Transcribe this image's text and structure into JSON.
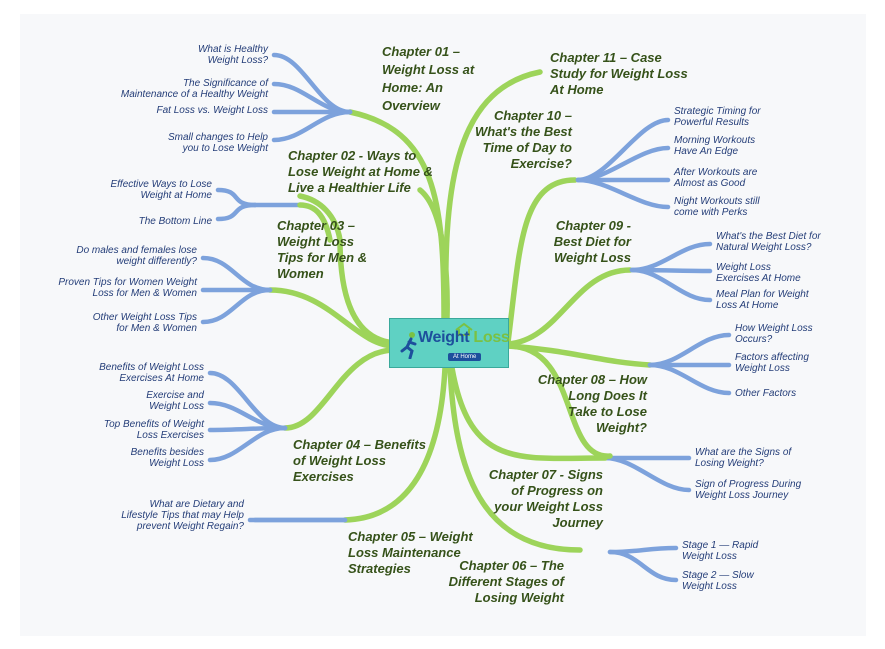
{
  "center": {
    "logo_word_a": "Weight ",
    "logo_word_b": "Loss",
    "logo_tag": "At Home"
  },
  "chapters": [
    {
      "id": "ch01",
      "lines": [
        "Chapter 01 –",
        "Weight Loss at",
        "Home: An",
        "Overview"
      ],
      "children": [
        "What is Healthy Weight Loss?",
        "The Significance of Maintenance of a Healthy Weight",
        "Fat Loss vs. Weight Loss",
        "Small changes to Help you to Lose Weight"
      ]
    },
    {
      "id": "ch02",
      "lines": [
        "Chapter 02 - Ways to",
        "Lose Weight at Home &",
        "Live a Healthier Life"
      ],
      "children": [
        "Effective Ways to Lose Weight at Home",
        "The Bottom Line"
      ]
    },
    {
      "id": "ch03",
      "lines": [
        "Chapter 03 –",
        "Weight Loss",
        "Tips for Men &",
        "Women"
      ],
      "children": [
        "Do males and females lose weight differently?",
        "Proven Tips for Women Weight Loss for Men & Women",
        "Other Weight Loss Tips for Men & Women"
      ]
    },
    {
      "id": "ch04",
      "lines": [
        "Chapter 04 – Benefits",
        "of Weight Loss",
        "Exercises"
      ],
      "children": [
        "Benefits of Weight Loss Exercises At Home",
        "Exercise and Weight Loss",
        "Top Benefits of Weight Loss Exercises",
        "Benefits besides Weight Loss"
      ]
    },
    {
      "id": "ch05",
      "lines": [
        "Chapter 05 – Weight",
        "Loss Maintenance",
        "Strategies"
      ],
      "children": [
        "What are Dietary and Lifestyle Tips that may Help prevent Weight Regain?"
      ]
    },
    {
      "id": "ch06",
      "lines": [
        "Chapter 06 – The",
        "Different Stages of",
        "Losing Weight"
      ],
      "children": [
        "Stage 1 — Rapid Weight Loss",
        "Stage 2 — Slow Weight Loss"
      ]
    },
    {
      "id": "ch07",
      "lines": [
        "Chapter 07 - Signs",
        "of Progress on",
        "your Weight Loss",
        "Journey"
      ],
      "children": [
        "What are the Signs of Losing Weight?",
        "Sign of Progress During Weight Loss Journey"
      ]
    },
    {
      "id": "ch08",
      "lines": [
        "Chapter 08 – How",
        "Long Does It",
        "Take to Lose",
        "Weight?"
      ],
      "children": [
        "How Weight Loss Occurs?",
        "Factors affecting Weight Loss",
        "Other Factors"
      ]
    },
    {
      "id": "ch09",
      "lines": [
        "Chapter 09 -",
        "Best Diet for",
        "Weight Loss"
      ],
      "children": [
        "What's the Best Diet for Natural Weight Loss?",
        "Weight Loss Exercises At Home",
        "Meal Plan for Weight Loss At Home"
      ]
    },
    {
      "id": "ch10",
      "lines": [
        "Chapter 10 –",
        "What's the Best",
        "Time of Day to",
        "Exercise?"
      ],
      "children": [
        "Strategic Timing for Powerful Results",
        "Morning Workouts Have An Edge",
        "After Workouts are Almost as Good",
        "Night Workouts still come with Perks"
      ]
    },
    {
      "id": "ch11",
      "lines": [
        "Chapter 11 – Case",
        "Study for Weight Loss",
        "At Home"
      ],
      "children": []
    }
  ],
  "colors": {
    "trunk": "#9dd45a",
    "twig": "#7da2dc",
    "chapter_text": "#36521a",
    "leaf_text": "#243d78",
    "logo_bg": "#5fd1c3"
  }
}
